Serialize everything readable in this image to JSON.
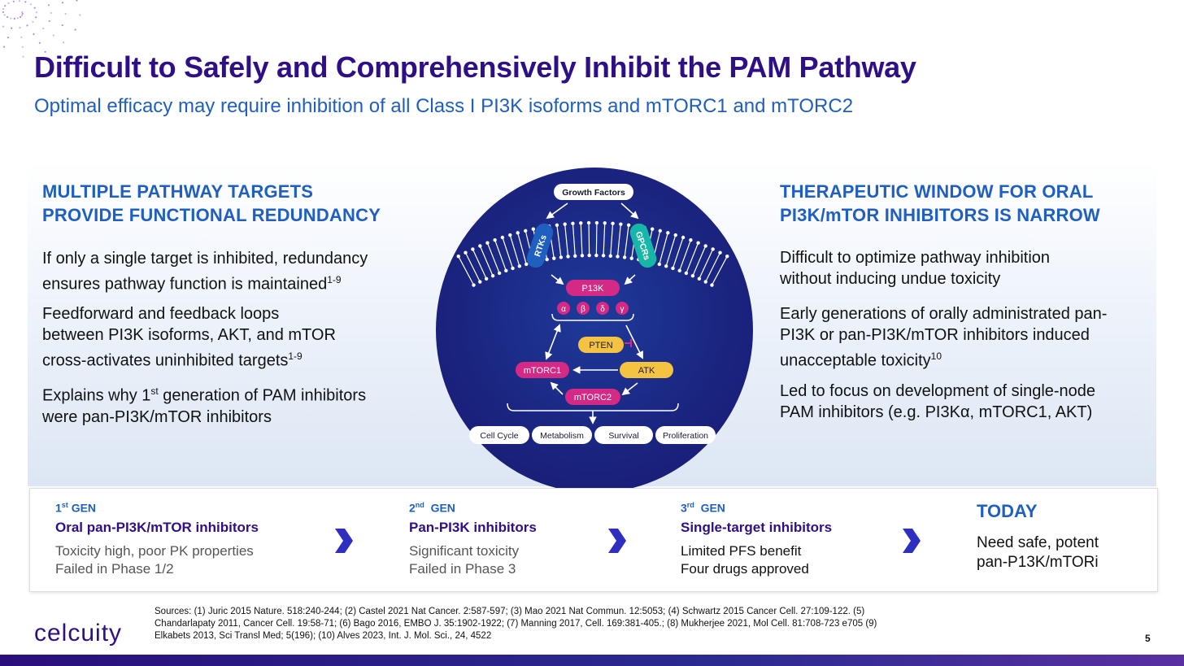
{
  "header": {
    "title": "Difficult to Safely and Comprehensively Inhibit the PAM Pathway",
    "subtitle": "Optimal efficacy may require inhibition of all Class I PI3K isoforms and mTORC1 and mTORC2"
  },
  "left": {
    "heading_line1": "MULTIPLE PATHWAY TARGETS",
    "heading_line2": "PROVIDE FUNCTIONAL REDUNDANCY",
    "p1_line1": "If only a single target is inhibited, redundancy",
    "p1_line2": "ensures pathway function is maintained",
    "p1_sup": "1-9",
    "p2_line1": "Feedforward and feedback loops",
    "p2_line2": "between PI3K isoforms, AKT, and mTOR",
    "p2_line3": "cross-activates uninhibited targets",
    "p2_sup": "1-9",
    "p3_a": "Explains why 1",
    "p3_sup": "st",
    "p3_b": " generation of PAM inhibitors",
    "p3_line2": "were pan-PI3K/mTOR inhibitors"
  },
  "right": {
    "heading_line1": "THERAPEUTIC WINDOW FOR ORAL",
    "heading_line2": "PI3K/mTOR INHIBITORS IS NARROW",
    "p1_line1": "Difficult to optimize pathway inhibition",
    "p1_line2": "without inducing undue toxicity",
    "p2_line1": "Early generations of orally administrated pan-",
    "p2_line2": "PI3K or pan-PI3K/mTOR inhibitors induced",
    "p2_line3": "unacceptable toxicity",
    "p2_sup": "10",
    "p3_line1": "Led to focus on development of single-node",
    "p3_line2": "PAM inhibitors (e.g. PI3Kα, mTORC1, AKT)"
  },
  "diagram": {
    "growth_factors": "Growth Factors",
    "rtks": "RTKs",
    "gpcrs": "GPCRs",
    "p13k": "P13K",
    "isoforms": [
      "α",
      "β",
      "δ",
      "γ"
    ],
    "pten": "PTEN",
    "mtorc1": "mTORC1",
    "atk": "ATK",
    "mtorc2": "mTORC2",
    "outputs": [
      "Cell Cycle",
      "Metabolism",
      "Survival",
      "Proliferation"
    ],
    "colors": {
      "pink": "#d42a86",
      "yellow": "#f5c342",
      "teal": "#16b7a8",
      "blue": "#1f5fbf",
      "circle": "#1a2580"
    }
  },
  "generations": [
    {
      "num": "1",
      "sup": "st",
      "gen": " GEN",
      "title": "Oral pan-PI3K/mTOR inhibitors",
      "line1": "Toxicity high, poor PK properties",
      "line2": "Failed in Phase 1/2"
    },
    {
      "num": "2",
      "sup": "nd",
      "gen": "  GEN",
      "title": "Pan-PI3K inhibitors",
      "line1": "Significant toxicity",
      "line2": "Failed in Phase 3"
    },
    {
      "num": "3",
      "sup": "rd",
      "gen": "  GEN",
      "title": "Single-target inhibitors",
      "line1": "Limited PFS benefit",
      "line2": "Four drugs approved"
    }
  ],
  "today": {
    "title": "TODAY",
    "line1": "Need safe, potent",
    "line2": "pan-P13K/mTORi"
  },
  "footer": {
    "sources_line1": "Sources: (1) Juric 2015 Nature. 518:240-244; (2) Castel 2021 Nat Cancer. 2:587-597; (3) Mao 2021 Nat Commun. 12:5053; (4) Schwartz 2015 Cancer Cell. 27:109-122. (5)",
    "sources_line2": "Chandarlapaty 2011, Cancer Cell. 19:58-71; (6) Bago 2016, EMBO J. 35:1902-1922; (7) Manning 2017, Cell. 169:381-405.; (8) Mukherjee 2021, Mol Cell. 81:708-723 e705 (9)",
    "sources_line3": "Elkabets 2013, Sci Transl Med; 5(196); (10) Alves 2023, Int. J. Mol. Sci., 24, 4522",
    "logo": "celcuity",
    "page": "5"
  }
}
